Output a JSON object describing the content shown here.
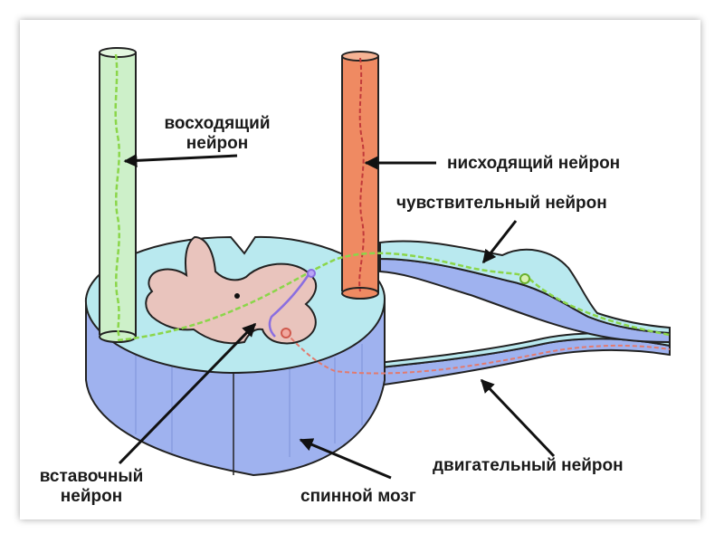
{
  "labels": {
    "ascending_1": "восходящий",
    "ascending_2": "нейрон",
    "descending": "нисходящий нейрон",
    "sensory": "чувствительный нейрон",
    "intercalary_1": "вставочный",
    "intercalary_2": "нейрон",
    "motor": "двигательный нейрон",
    "spinal_cord": "спинной мозг"
  },
  "colors": {
    "white_matter_top": "#b9e9ef",
    "white_matter_side": "#9fb2ef",
    "gray_matter": "#e9c4bd",
    "ascending_tract": "#cdf0c9",
    "descending_tract": "#ef8a62",
    "sensory_fiber": "#8bd64a",
    "motor_fiber": "#e27a6e",
    "interneuron": "#8a6ee0"
  }
}
